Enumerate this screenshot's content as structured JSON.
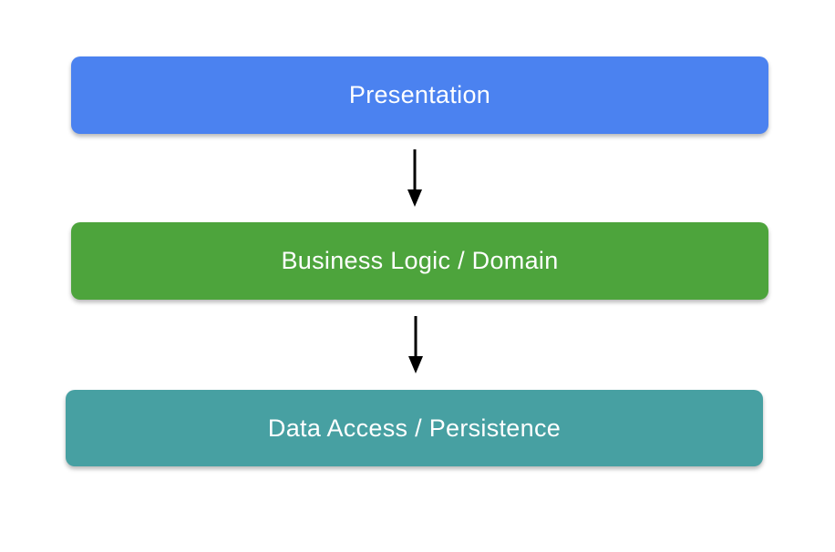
{
  "diagram": {
    "type": "layered-architecture",
    "background_color": "#FFFFFF",
    "label_text_color": "#FFFFFF",
    "arrow_color": "#000000",
    "layers": [
      {
        "label": "Presentation",
        "color": "#4B82F0"
      },
      {
        "label": "Business Logic / Domain",
        "color": "#4DA43C"
      },
      {
        "label": "Data Access / Persistence",
        "color": "#47A0A2"
      }
    ],
    "arrows": [
      {
        "name": "presentation-to-business",
        "direction": "down"
      },
      {
        "name": "business-to-data",
        "direction": "down"
      }
    ]
  }
}
